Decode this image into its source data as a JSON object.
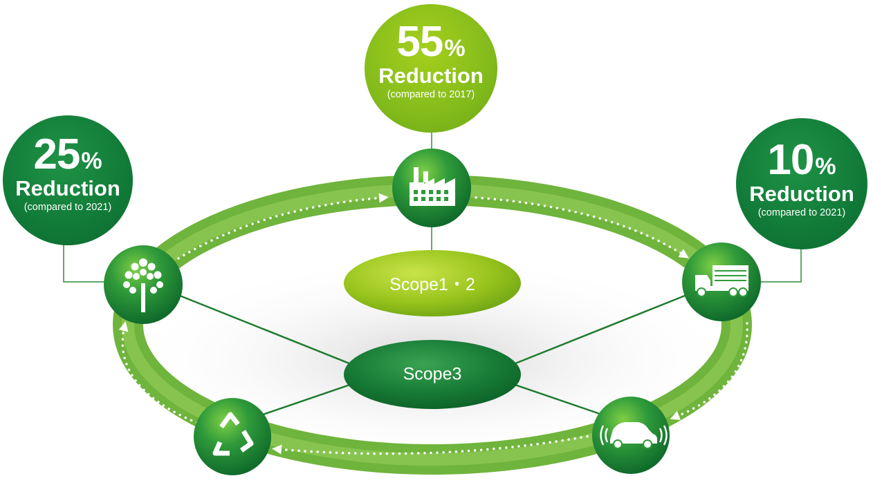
{
  "badges": {
    "top": {
      "value": "55",
      "unit": "%",
      "label": "Reduction",
      "note": "(compared to 2017)"
    },
    "left": {
      "value": "25",
      "unit": "%",
      "label": "Reduction",
      "note": "(compared to 2021)"
    },
    "right": {
      "value": "10",
      "unit": "%",
      "label": "Reduction",
      "note": "(compared to 2021)"
    }
  },
  "scopes": {
    "scope12": "Scope1・2",
    "scope3": "Scope3"
  },
  "nodes": [
    {
      "name": "factory-icon"
    },
    {
      "name": "truck-icon"
    },
    {
      "name": "car-icon"
    },
    {
      "name": "recycle-icon"
    },
    {
      "name": "tree-icon"
    }
  ],
  "colors": {
    "light_green": "#8dc21f",
    "dark_green": "#117a38",
    "ring_green": "#7cc04a"
  }
}
